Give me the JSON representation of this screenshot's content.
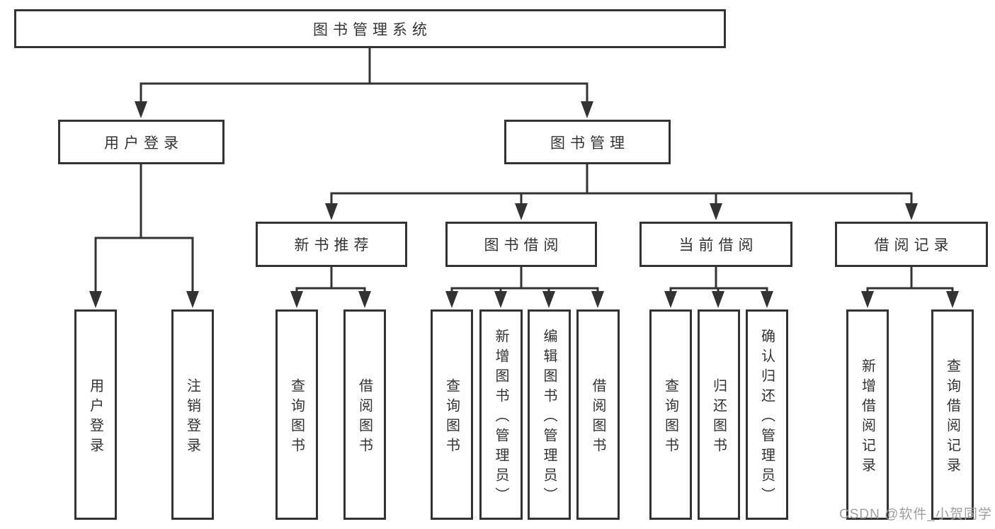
{
  "diagram": {
    "root": {
      "label": "图书管理系统"
    },
    "level2": [
      {
        "label": "用户登录"
      },
      {
        "label": "图书管理"
      }
    ],
    "level3": [
      {
        "label": "新书推荐"
      },
      {
        "label": "图书借阅"
      },
      {
        "label": "当前借阅"
      },
      {
        "label": "借阅记录"
      }
    ],
    "leaves": {
      "user": [
        "用户登录",
        "注销登录"
      ],
      "newbook": [
        "查询图书",
        "借阅图书"
      ],
      "borrow": [
        "查询图书",
        "新增图书（管理员）",
        "编辑图书（管理员）",
        "借阅图书"
      ],
      "current": [
        "查询图书",
        "归还图书",
        "确认归还（管理员）"
      ],
      "records": [
        "新增借阅记录",
        "查询借阅记录"
      ]
    }
  },
  "watermark": {
    "text": "CSDN @软件_小贺同学"
  },
  "colors": {
    "line": "#333333",
    "box_border": "#333333",
    "text": "#333333",
    "watermark": "#9e9e9e",
    "background": "#ffffff"
  }
}
